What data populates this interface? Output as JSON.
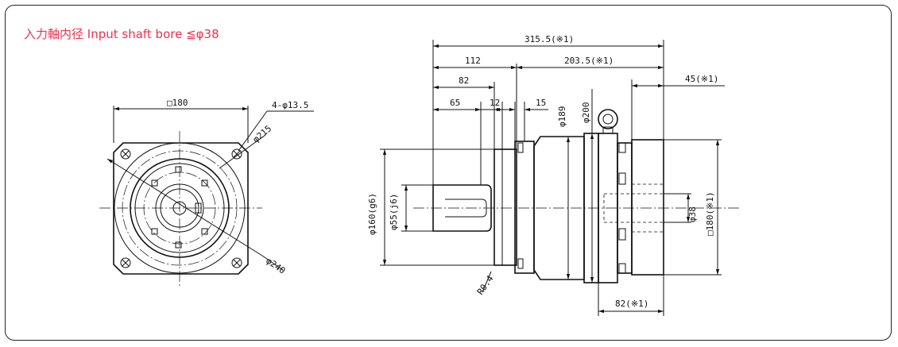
{
  "heading": "入力軸内径  Input shaft bore  ≦φ38",
  "front_view": {
    "square": "□180",
    "holes": "4-φ13.5",
    "pcd": "φ215",
    "outer": "φ240"
  },
  "side_view": {
    "overall": "315.5(※1)",
    "d112": "112",
    "d203": "203.5(※1)",
    "d82": "82",
    "d65": "65",
    "d12": "12",
    "d15": "15",
    "d45": "45(※1)",
    "d189": "φ189",
    "d200": "φ200",
    "d160": "φ160(g6)",
    "d55": "φ55(j6)",
    "d38": "φ38",
    "sq180": "□180(※1)",
    "r04": "R0.4",
    "d82b": "82(※1)"
  }
}
